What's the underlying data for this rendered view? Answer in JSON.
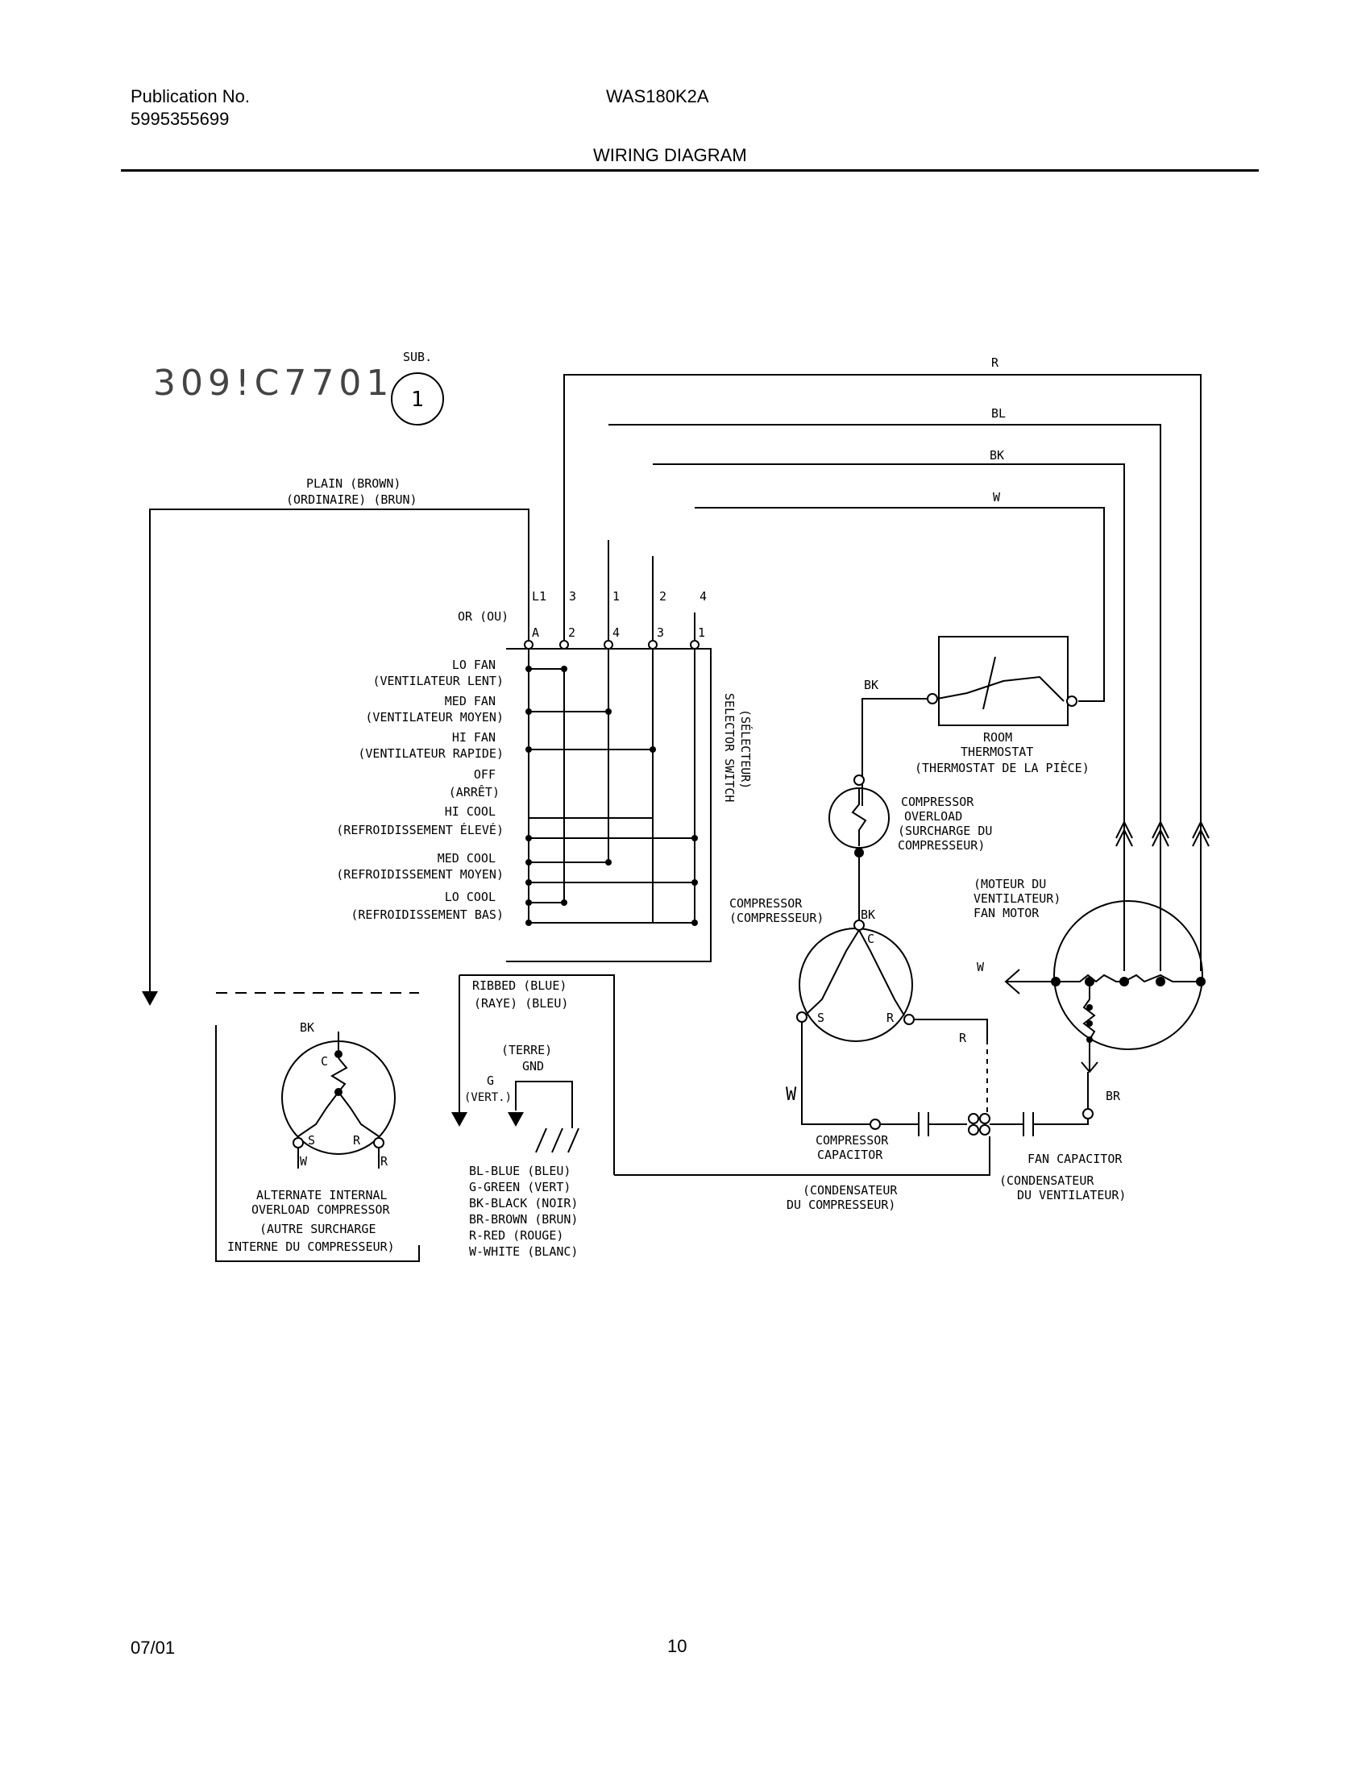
{
  "header": {
    "publication_label": "Publication No.",
    "publication_number": "5995355699",
    "model": "WAS180K2A",
    "title": "WIRING DIAGRAM"
  },
  "footer": {
    "date": "07/01",
    "page": "10"
  },
  "diagram": {
    "drawing_number": "309!C7701",
    "sub_label": "SUB.",
    "sub_number": "1",
    "wire_labels": {
      "r": "R",
      "bl": "BL",
      "bk": "BK",
      "w": "W"
    },
    "power_cord": {
      "line1": "PLAIN    (BROWN)",
      "line2": "(ORDINAIRE)    (BRUN)"
    },
    "or_label": "OR (OU)",
    "switch_top_terminals": [
      "L1",
      "3",
      "1",
      "2",
      "4"
    ],
    "switch_terminals": [
      "A",
      "2",
      "4",
      "3",
      "1"
    ],
    "selector_label": "SELECTOR SWITCH",
    "selector_label_fr": "(SÉLECTEUR)",
    "modes": [
      {
        "en": "LO FAN",
        "fr": "(VENTILATEUR LENT)"
      },
      {
        "en": "MED FAN",
        "fr": "(VENTILATEUR MOYEN)"
      },
      {
        "en": "HI FAN",
        "fr": "(VENTILATEUR RAPIDE)"
      },
      {
        "en": "OFF",
        "fr": "(ARRÊT)"
      },
      {
        "en": "HI COOL",
        "fr": "(REFROIDISSEMENT ÉLEVÉ)"
      },
      {
        "en": "MED COOL",
        "fr": "(REFROIDISSEMENT MOYEN)"
      },
      {
        "en": "LO COOL",
        "fr": "(REFROIDISSEMENT BAS)"
      }
    ],
    "thermostat": {
      "wire": "BK",
      "l1": "ROOM",
      "l2": "THERMOSTAT",
      "l3": "(THERMOSTAT DE LA PIÈCE)"
    },
    "overload": {
      "l1": "COMPRESSOR",
      "l2": "OVERLOAD",
      "l3": "(SURCHARGE DU",
      "l4": "COMPRESSEUR)"
    },
    "compressor": {
      "l1": "COMPRESSOR",
      "l2": "(COMPRESSEUR)",
      "wire": "BK",
      "c": "C",
      "s": "S",
      "r": "R",
      "w_wire": "W",
      "r_wire": "R"
    },
    "fan_motor": {
      "l1": "(MOTEUR DU",
      "l2": "VENTILATEUR)",
      "l3": "FAN MOTOR",
      "w": "W",
      "br": "BR"
    },
    "ground": {
      "ribbed": "RIBBED   (BLUE)",
      "raye": "(RAYE)   (BLEU)",
      "terre": "(TERRE)",
      "gnd": "GND",
      "g": "G",
      "vert": "(VERT.)"
    },
    "comp_capacitor": {
      "l1": "COMPRESSOR",
      "l2": "CAPACITOR",
      "l3": "(CONDENSATEUR",
      "l4": "DU COMPRESSEUR)"
    },
    "fan_capacitor": {
      "l1": "FAN CAPACITOR",
      "l2": "(CONDENSATEUR",
      "l3": "DU VENTILATEUR)"
    },
    "alternate": {
      "bk": "BK",
      "c": "C",
      "s": "S",
      "r": "R",
      "w_wire": "W",
      "r_wire": "R",
      "l1": "ALTERNATE INTERNAL",
      "l2": "OVERLOAD COMPRESSOR",
      "l3": "(AUTRE SURCHARGE",
      "l4": "INTERNE DU COMPRESSEUR)"
    },
    "color_legend": [
      "BL-BLUE (BLEU)",
      "G-GREEN (VERT)",
      "BK-BLACK (NOIR)",
      "BR-BROWN (BRUN)",
      "R-RED (ROUGE)",
      "W-WHITE (BLANC)"
    ]
  }
}
